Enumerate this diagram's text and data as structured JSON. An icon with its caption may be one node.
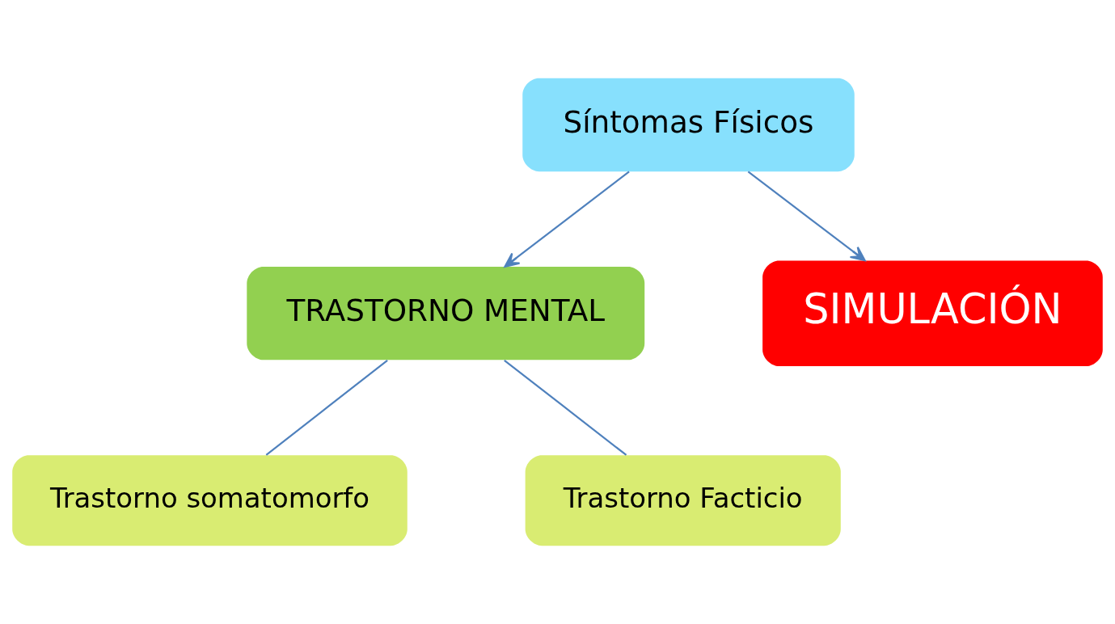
{
  "diagram": {
    "nodes": [
      {
        "text": [
          "Síntomas Físicos"
        ]
      },
      {
        "text": [
          "TRASTORNO MENTAL"
        ]
      },
      {
        "text": [
          "SIMULACIÓN"
        ]
      },
      {
        "text": [
          "Trastorno somatomorfo"
        ]
      },
      {
        "text": [
          "Trastorno Facticio"
        ]
      }
    ],
    "edges": [
      {
        "from": 0,
        "to": 1,
        "arrow": "to"
      },
      {
        "from": 0,
        "to": 2,
        "arrow": "to"
      },
      {
        "from": 1,
        "to": 3,
        "arrow": "none"
      },
      {
        "from": 1,
        "to": 4,
        "arrow": "none"
      }
    ]
  }
}
